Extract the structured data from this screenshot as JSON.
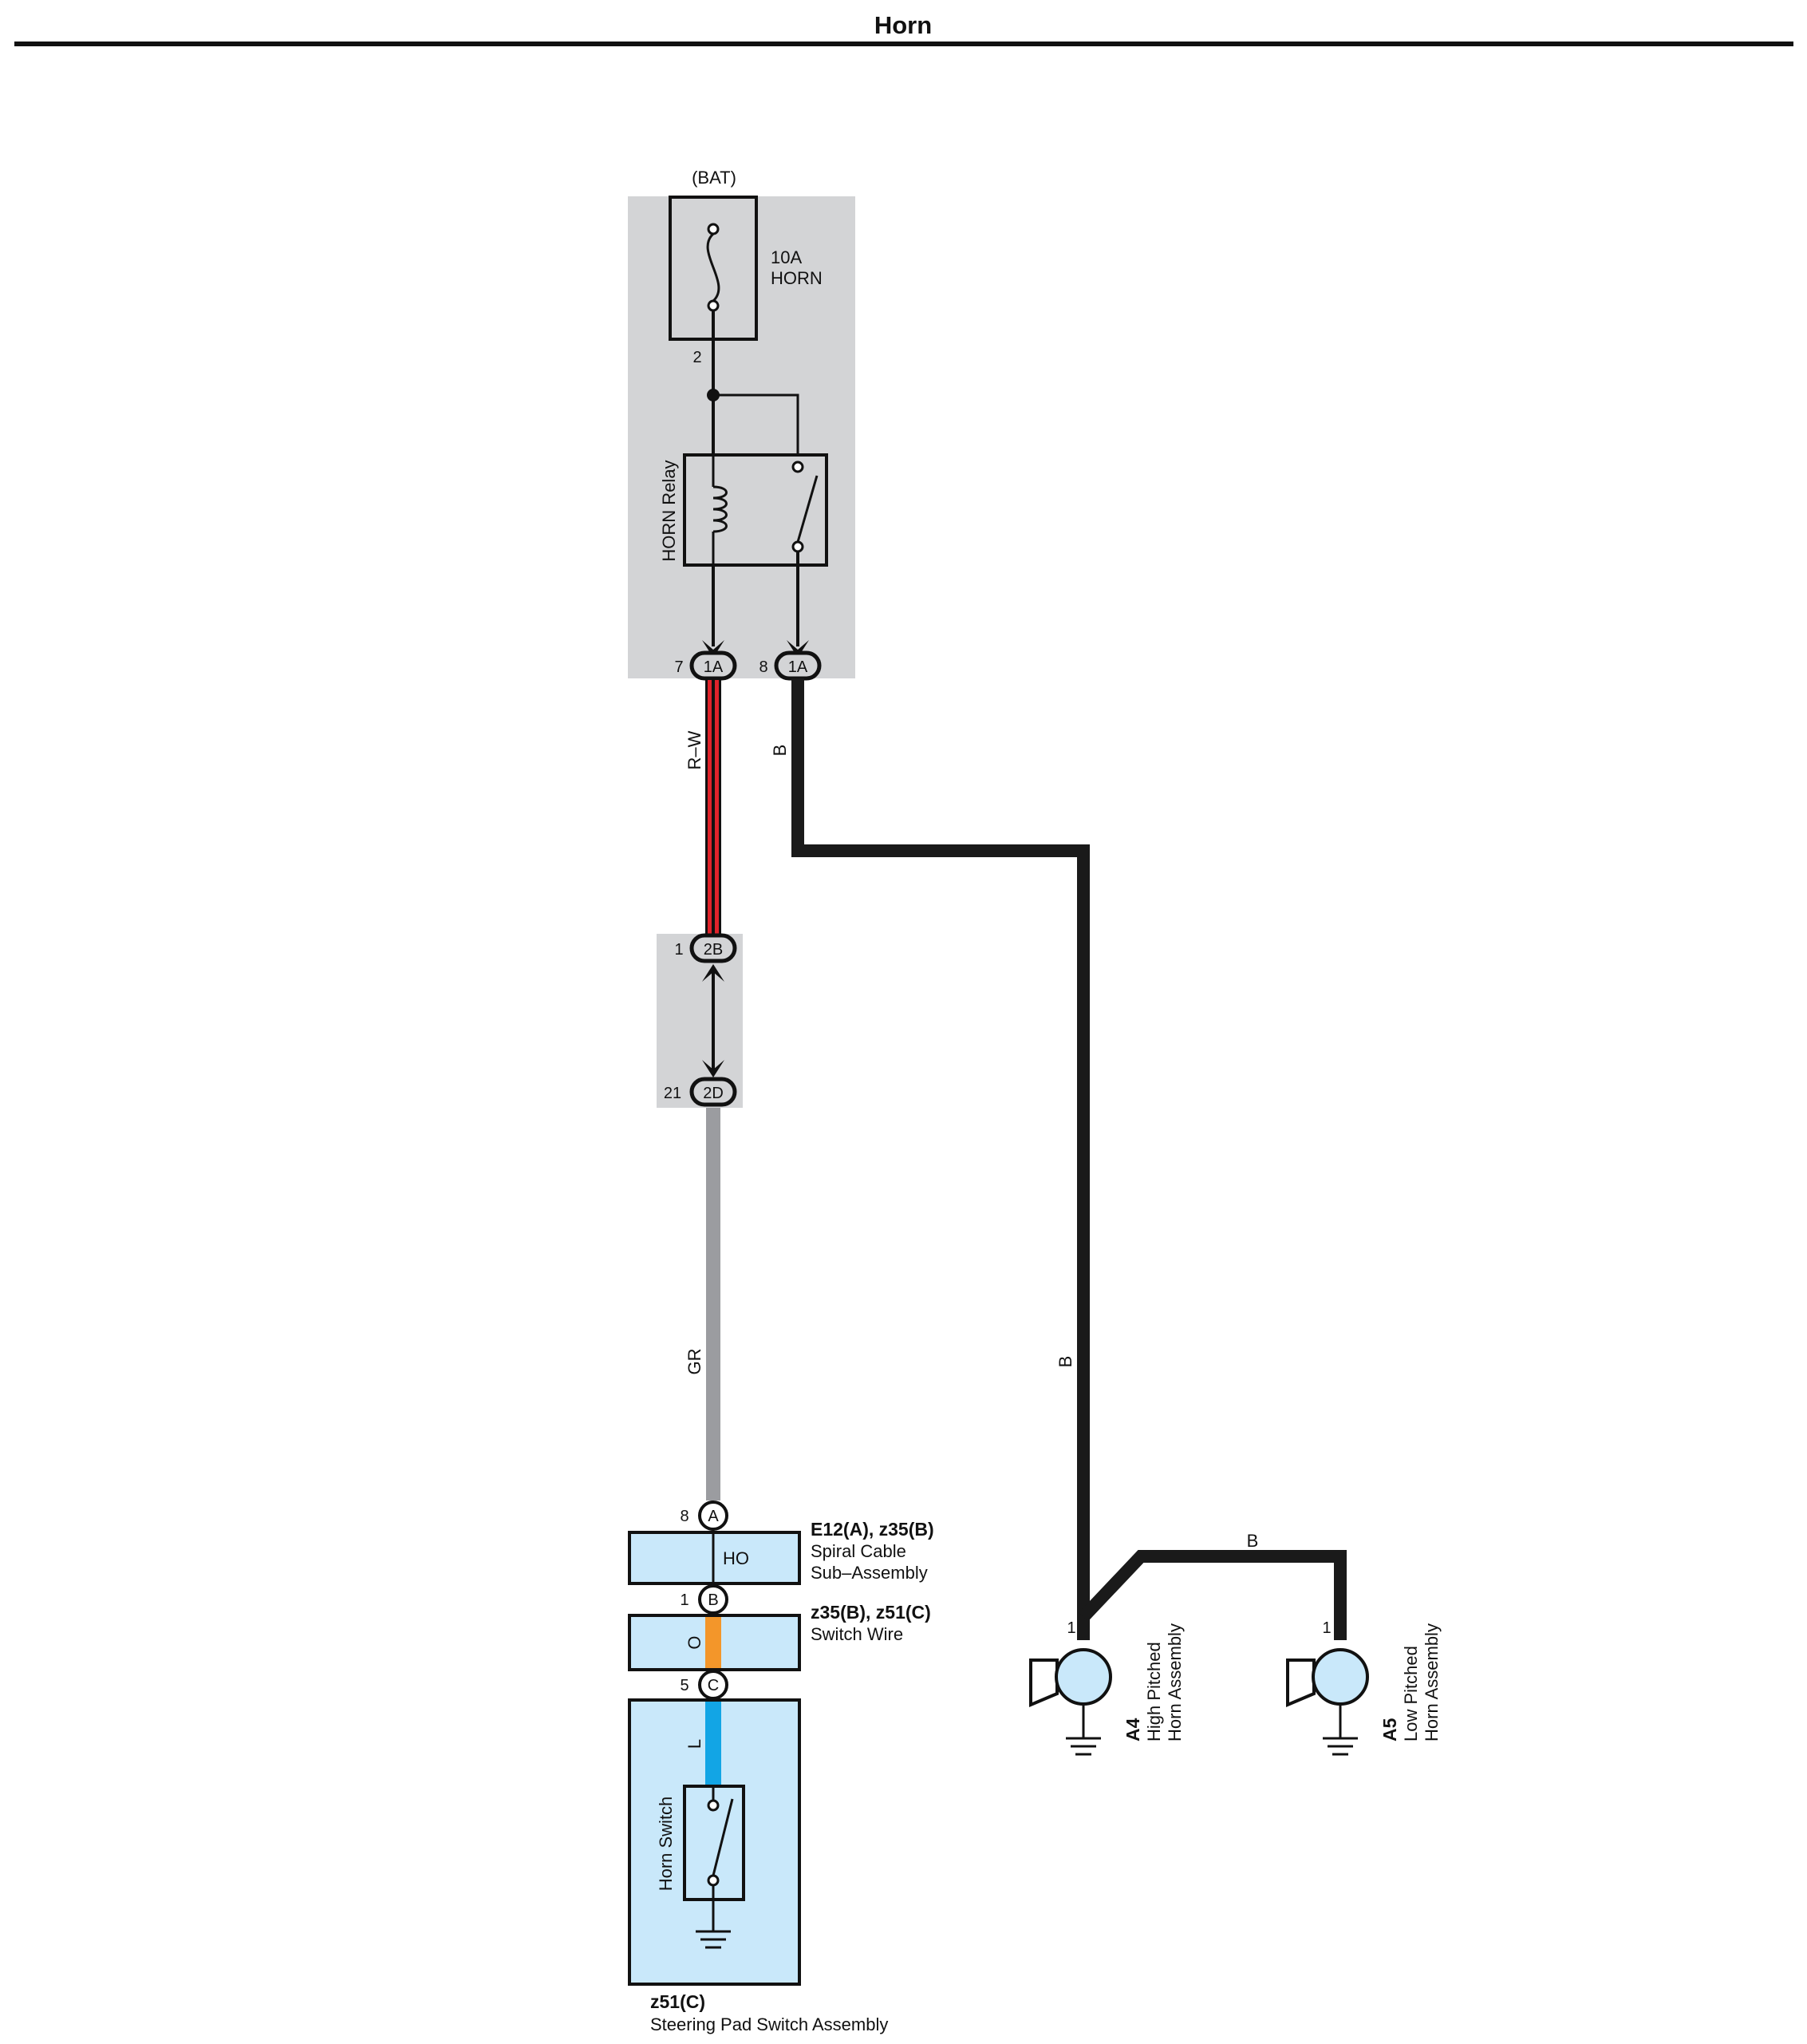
{
  "title": "Horn",
  "fuse": {
    "source": "(BAT)",
    "rating": "10A",
    "name": "HORN",
    "pin": "2"
  },
  "relay": {
    "name": "HORN Relay"
  },
  "junction_1A": {
    "label": "1A",
    "pin_left": "7",
    "pin_right": "8"
  },
  "junction_2B": {
    "label": "2B",
    "pin": "1"
  },
  "junction_2D": {
    "label": "2D",
    "pin": "21"
  },
  "wires": {
    "rw": "R–W",
    "b1": "B",
    "b2": "B",
    "b3": "B",
    "gr": "GR",
    "o": "O",
    "l": "L"
  },
  "colors": {
    "rw": "#e0232b",
    "b": "#1a1a1a",
    "gr": "#9b9ca0",
    "o": "#f3962a",
    "l": "#12a5e5",
    "component_fill": "#c9e8fa",
    "junction_fill": "#d3d4d6"
  },
  "spiral_cable": {
    "connector": "A",
    "pin": "8",
    "connector2": "B",
    "pin2": "1",
    "signal": "HO",
    "id": "E12(A), z35(B)",
    "name_line1": "Spiral Cable",
    "name_line2": "Sub–Assembly"
  },
  "switch_wire": {
    "connector": "C",
    "pin": "5",
    "id": "z35(B), z51(C)",
    "name": "Switch Wire"
  },
  "steering_pad": {
    "switch_name": "Horn Switch",
    "id": "z51(C)",
    "name": "Steering Pad Switch Assembly"
  },
  "horn_high": {
    "pin": "1",
    "id": "A4",
    "name_line1": "High Pitched",
    "name_line2": "Horn Assembly"
  },
  "horn_low": {
    "pin": "1",
    "id": "A5",
    "name_line1": "Low Pitched",
    "name_line2": "Horn Assembly"
  }
}
